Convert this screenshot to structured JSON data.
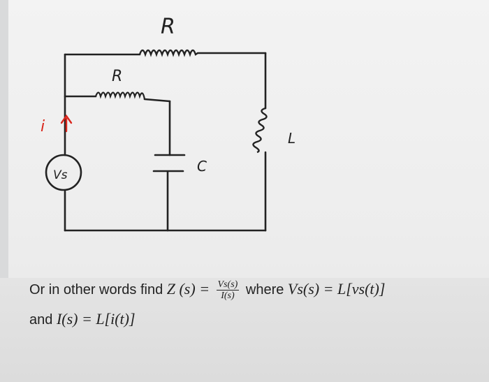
{
  "circuit": {
    "resistor_top_label": "R",
    "resistor_inner_label": "R",
    "inductor_label": "L",
    "capacitor_label": "C",
    "source_label": "Vs",
    "current_label": "i"
  },
  "text": {
    "line1_prefix": "Or in other words find ",
    "z_expr": "Z (s) = ",
    "frac_num": "Vs(s)",
    "frac_den": "I(s)",
    "line1_mid": " where ",
    "vs_expr": "Vs(s) = L[vs(t)]",
    "line2_prefix": "and ",
    "i_expr": "I(s) = L[i(t)]"
  },
  "colors": {
    "ink": "#222222",
    "current_arrow": "#d9261c"
  }
}
